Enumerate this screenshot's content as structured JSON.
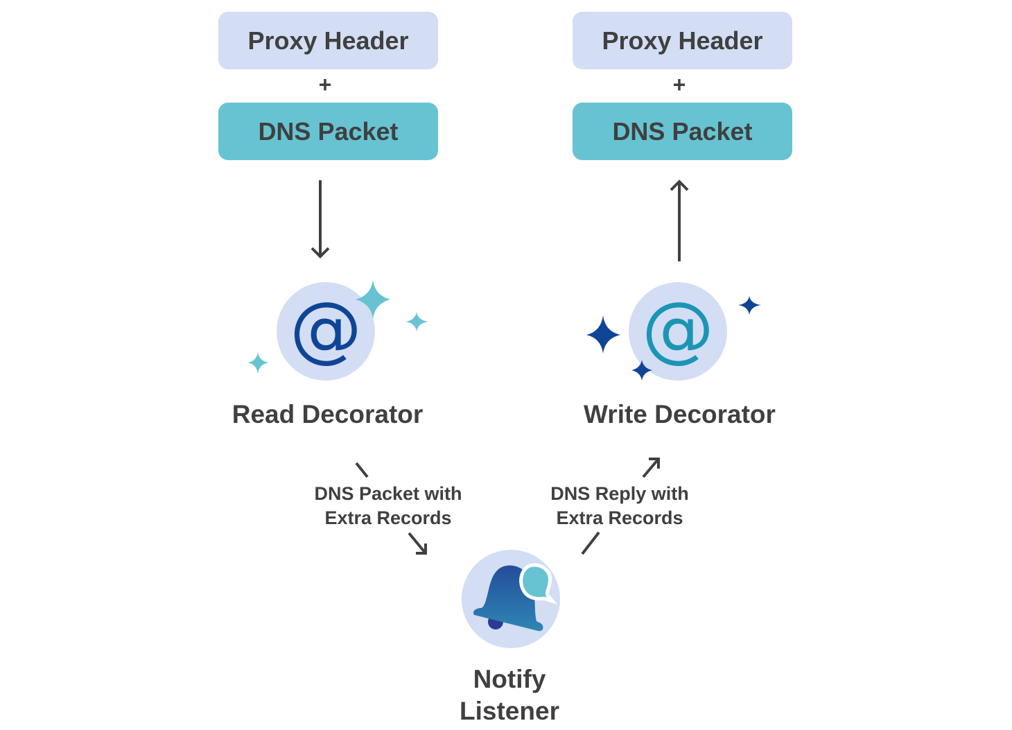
{
  "left_stack": {
    "header_label": "Proxy Header",
    "plus": "+",
    "packet_label": "DNS Packet"
  },
  "right_stack": {
    "header_label": "Proxy Header",
    "plus": "+",
    "packet_label": "DNS Packet"
  },
  "read_decorator": {
    "label": "Read Decorator",
    "icon": "at-sign-icon",
    "glyph": "@",
    "glyph_color": "#0f4596",
    "sparkle_color": "#67c3d2"
  },
  "write_decorator": {
    "label": "Write Decorator",
    "icon": "at-sign-icon",
    "glyph": "@",
    "glyph_color": "#1b95b4",
    "sparkle_color": "#0f4596"
  },
  "notify_listener": {
    "label_line1": "Notify",
    "label_line2": "Listener",
    "icon": "bell-with-chat-bubble-icon"
  },
  "edges": {
    "read_to_notify_line1": "DNS Packet with",
    "read_to_notify_line2": "Extra Records",
    "notify_to_write_line1": "DNS Reply with",
    "notify_to_write_line2": "Extra Records"
  },
  "colors": {
    "light_box": "#d3ddf4",
    "teal_box": "#67c3d2",
    "text": "#3f4040",
    "navy": "#0f4596",
    "teal": "#1b95b4"
  }
}
